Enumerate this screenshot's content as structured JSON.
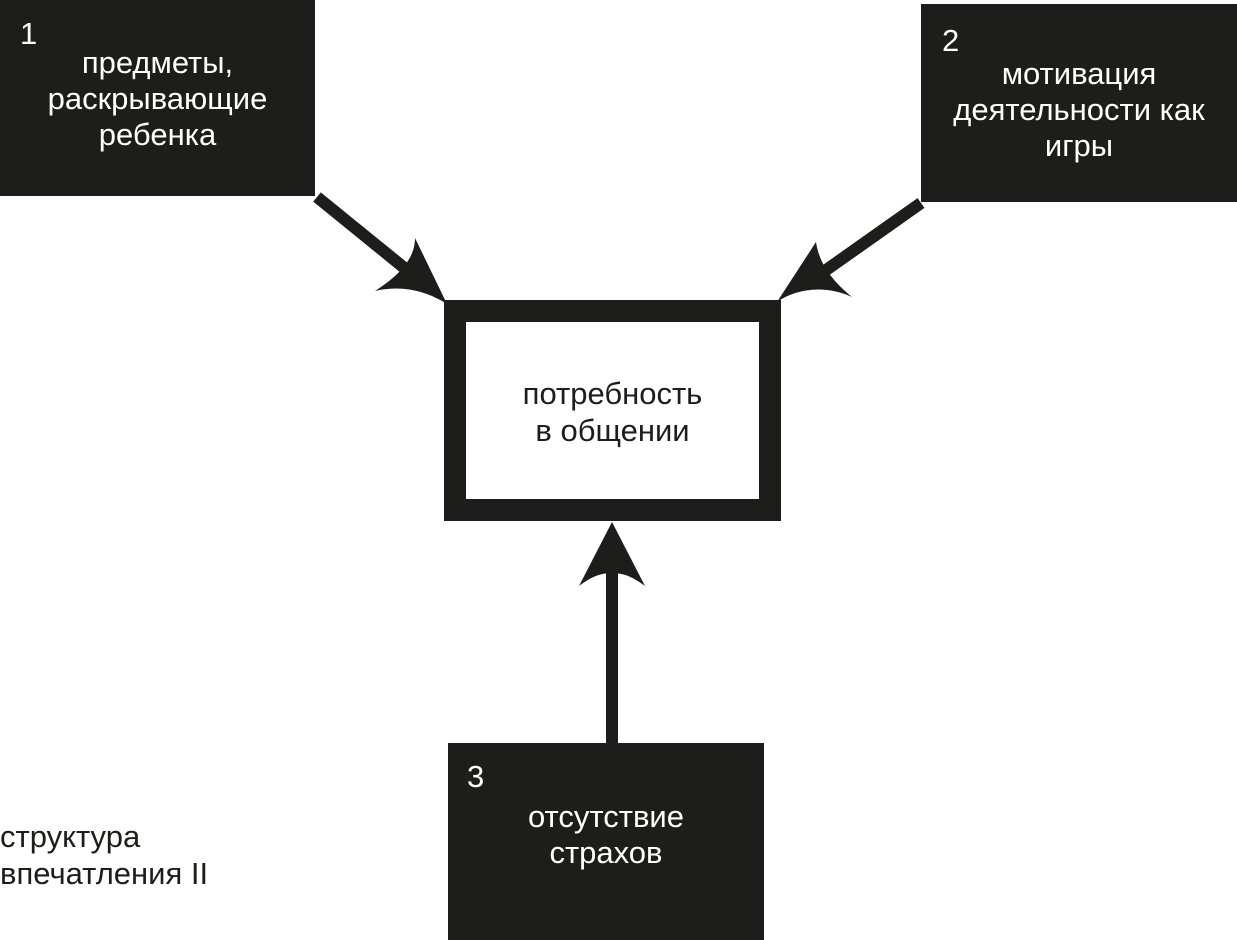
{
  "diagram": {
    "box1": {
      "number": "1",
      "text": "предметы,\nраскрывающие\nребенка"
    },
    "box2": {
      "number": "2",
      "text": "мотивация\nдеятельности как\nигры"
    },
    "box3": {
      "number": "3",
      "text": "отсутствие\nстрахов"
    },
    "center": {
      "text": "потребность\nв общении"
    },
    "caption": "структура\nвпечатления II"
  },
  "colors": {
    "dark": "#1d1d1b",
    "background": "#ffffff",
    "text_on_dark": "#ffffff"
  }
}
